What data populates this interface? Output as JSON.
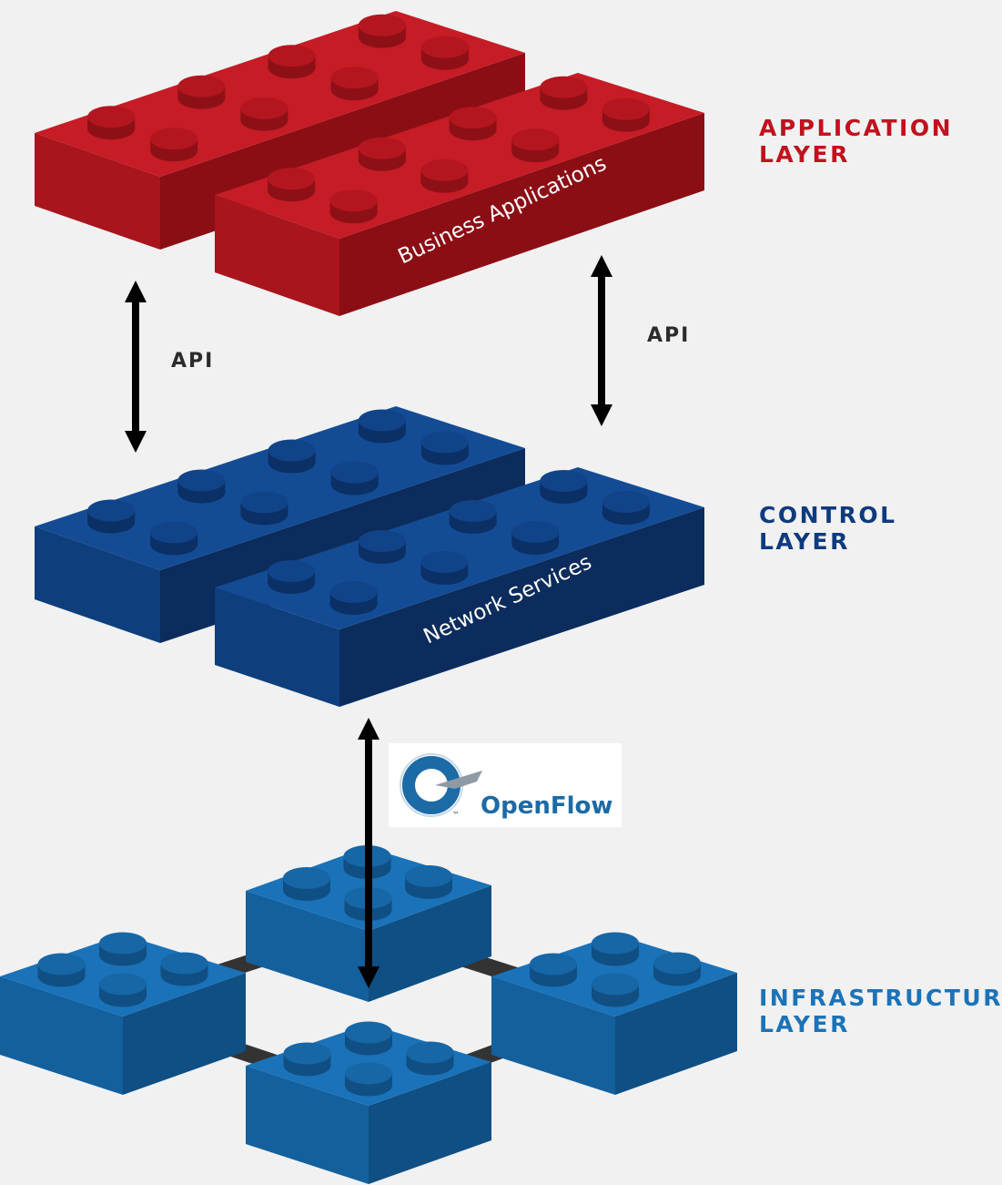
{
  "layers": {
    "application": {
      "line1": "APPLICATION",
      "line2": "LAYER",
      "color": "#c0121e"
    },
    "control": {
      "line1": "CONTROL",
      "line2": "LAYER",
      "color": "#0e3a7e"
    },
    "infrastructure": {
      "line1": "INFRASTRUCTURE",
      "line2": "LAYER",
      "color": "#1b73b8"
    }
  },
  "bricks": {
    "business_label": "Business Applications",
    "network_label": "Network Services"
  },
  "connectors": {
    "api_left": "API",
    "api_right": "API"
  },
  "logo": {
    "text": "OpenFlow",
    "tm": "™",
    "color": "#1c6aa6"
  },
  "palette": {
    "red": {
      "top": "#c61c25",
      "left": "#a8151d",
      "right": "#8b0e15",
      "stud": "#b4161f",
      "studside": "#8e1017"
    },
    "navy": {
      "top": "#134c94",
      "left": "#0f3e7c",
      "right": "#0b2c5c",
      "stud": "#114389",
      "studside": "#0b3065"
    },
    "blue": {
      "top": "#1a72b8",
      "left": "#14609d",
      "right": "#0f4f83",
      "stud": "#1766a6",
      "studside": "#104f83"
    }
  }
}
